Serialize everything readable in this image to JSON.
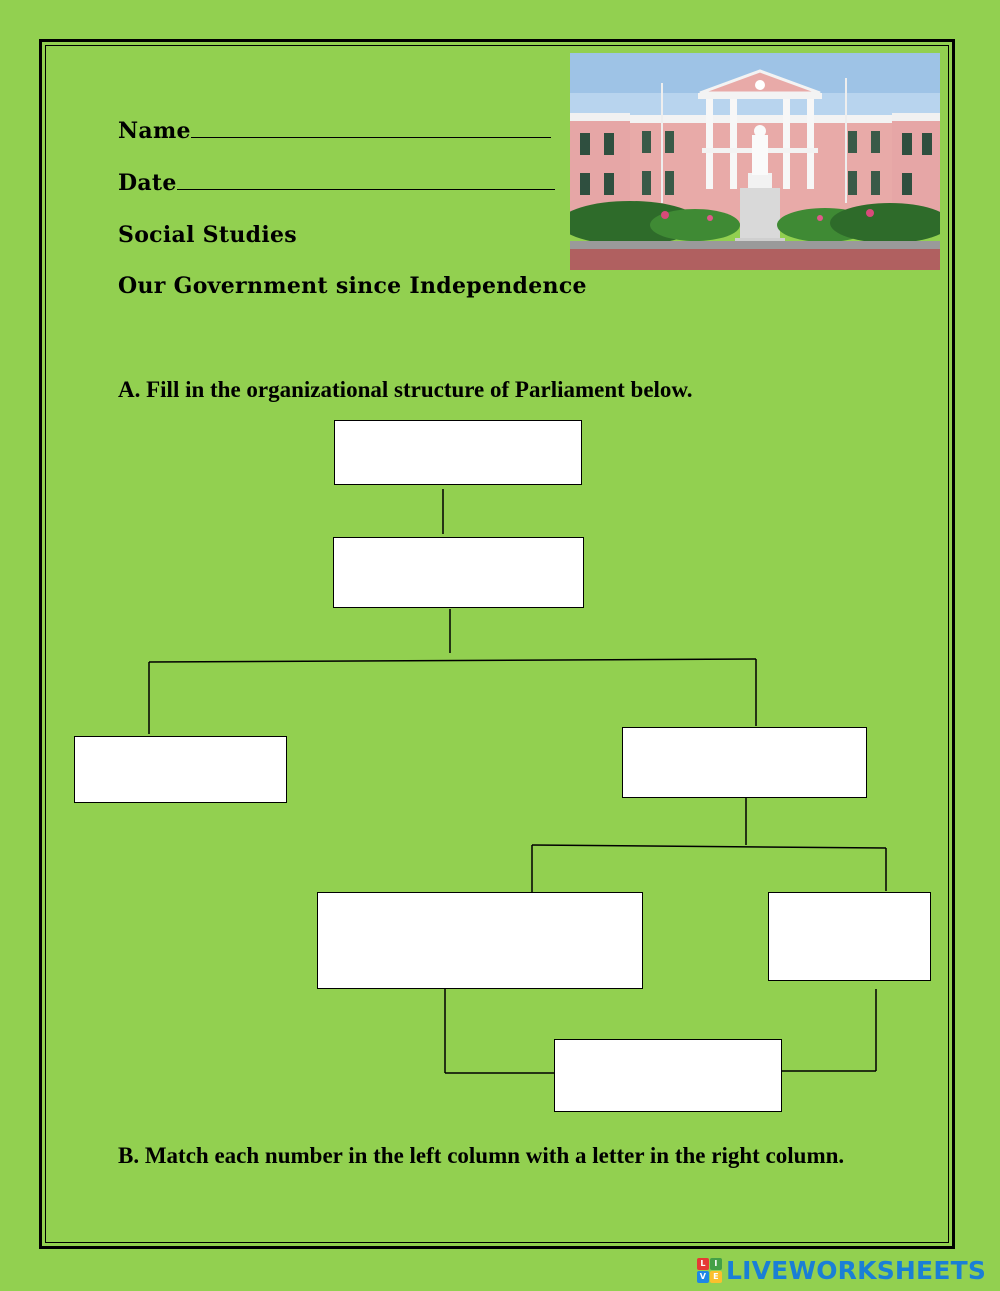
{
  "header": {
    "name_label": "Name",
    "date_label": "Date",
    "subject": "Social Studies",
    "topic": "Our Government since Independence"
  },
  "section_a": {
    "instruction": "A.  Fill in the organizational structure of Parliament below."
  },
  "section_b": {
    "instruction": "B.  Match each number in the left column with a letter in the right column."
  },
  "image": {
    "icon": "parliament-building-photo"
  },
  "branding": {
    "logo_letters": [
      "L",
      "I",
      "V",
      "E"
    ],
    "logo_colors": [
      "#e53935",
      "#43a047",
      "#1e88e5",
      "#fbc02d"
    ],
    "text": "LIVEWORKSHEETS",
    "color": "#1a7fd6"
  },
  "colors": {
    "background": "#92d050"
  }
}
